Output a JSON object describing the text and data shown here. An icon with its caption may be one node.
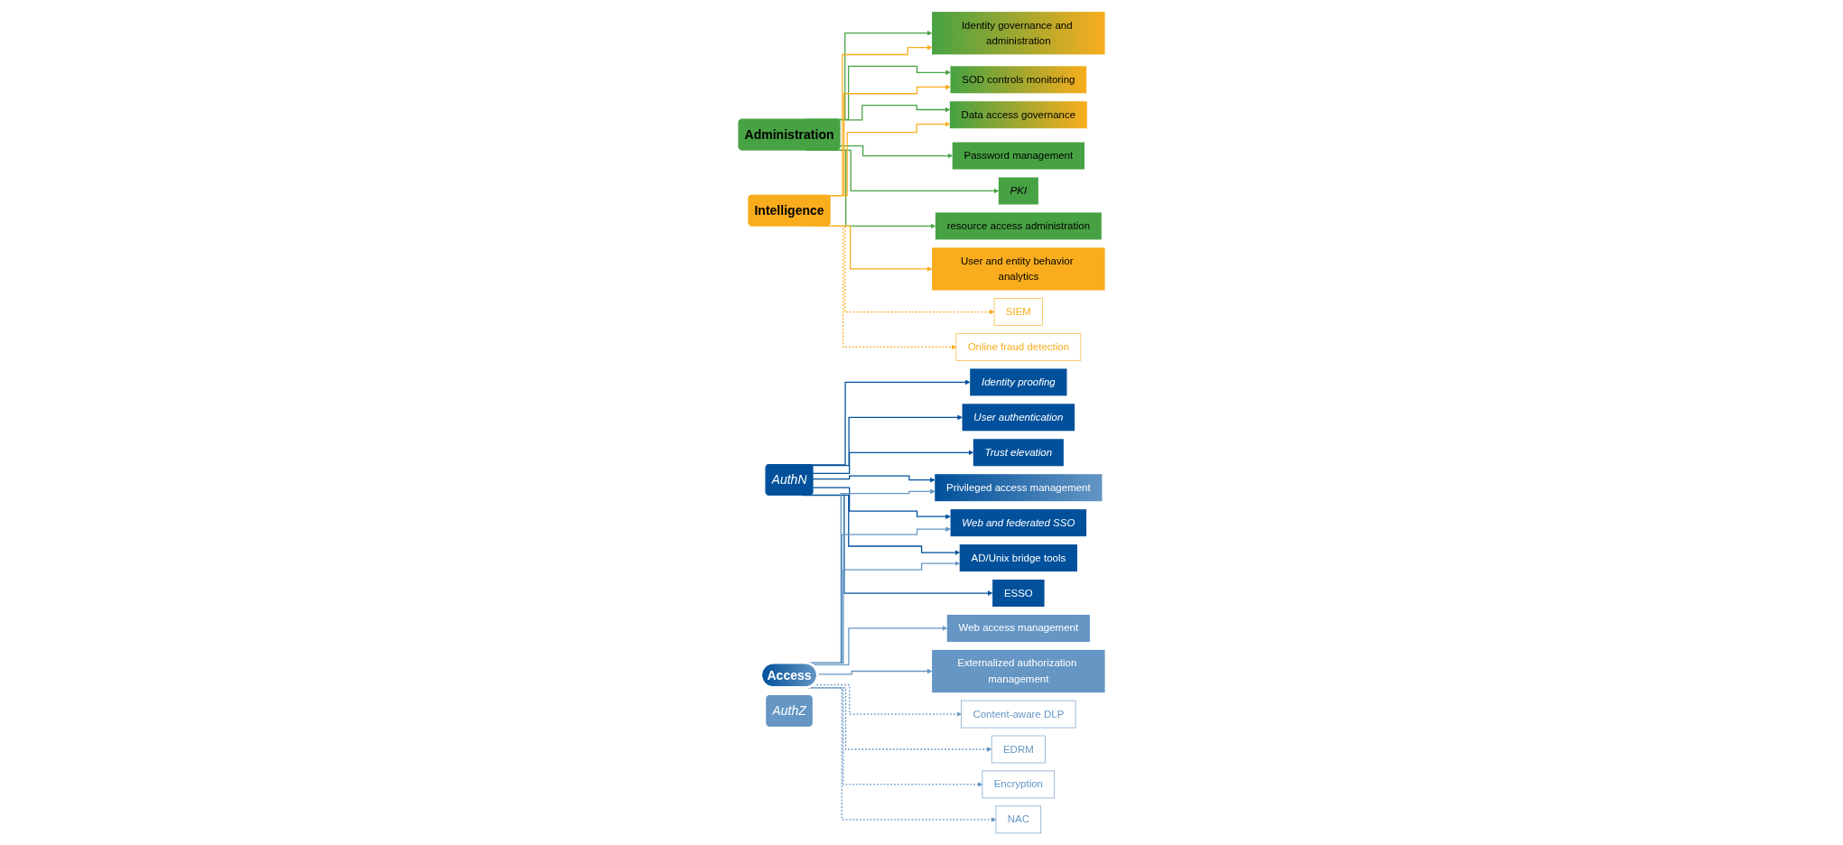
{
  "diagram": {
    "nodes": [
      {
        "text": [
          "Administration"
        ]
      },
      {
        "text": [
          "Intelligence"
        ]
      },
      {
        "text": [
          "AuthN"
        ]
      },
      {
        "text": [
          "Access"
        ]
      },
      {
        "text": [
          "AuthZ"
        ]
      },
      {
        "text": [
          "Identity governance and administration"
        ]
      },
      {
        "text": [
          "SOD controls monitoring"
        ]
      },
      {
        "text": [
          "Data access governance"
        ]
      },
      {
        "text": [
          "Password management"
        ]
      },
      {
        "text": [
          "PKI"
        ]
      },
      {
        "text": [
          "resource access administration"
        ]
      },
      {
        "text": [
          "User and entity behavior analytics"
        ]
      },
      {
        "text": [
          "SIEM"
        ]
      },
      {
        "text": [
          "Online fraud detection"
        ]
      },
      {
        "text": [
          "Identity proofing"
        ]
      },
      {
        "text": [
          "User authentication"
        ]
      },
      {
        "text": [
          "Trust elevation"
        ]
      },
      {
        "text": [
          "Privileged access management"
        ]
      },
      {
        "text": [
          "Web and federated SSO"
        ]
      },
      {
        "text": [
          "AD/Unix bridge tools"
        ]
      },
      {
        "text": [
          "ESSO"
        ]
      },
      {
        "text": [
          "Web access management"
        ]
      },
      {
        "text": [
          "Externalized authorization management"
        ]
      },
      {
        "text": [
          "Content-aware DLP"
        ]
      },
      {
        "text": [
          "EDRM"
        ]
      },
      {
        "text": [
          "Encryption"
        ]
      },
      {
        "text": [
          "NAC"
        ]
      }
    ],
    "edges": [
      {
        "from": 0,
        "to": 5,
        "arrow": "to",
        "color": "#47a243"
      },
      {
        "from": 0,
        "to": 6,
        "arrow": "to",
        "color": "#47a243"
      },
      {
        "from": 0,
        "to": 7,
        "arrow": "to",
        "color": "#47a243"
      },
      {
        "from": 0,
        "to": 8,
        "arrow": "to",
        "color": "#47a243"
      },
      {
        "from": 0,
        "to": 9,
        "arrow": "to",
        "color": "#47a243"
      },
      {
        "from": 0,
        "to": 10,
        "arrow": "to",
        "color": "#47a243"
      },
      {
        "from": 1,
        "to": 5,
        "arrow": "to",
        "color": "#f9ad1d"
      },
      {
        "from": 1,
        "to": 6,
        "arrow": "to",
        "color": "#f9ad1d"
      },
      {
        "from": 1,
        "to": 7,
        "arrow": "to",
        "color": "#f9ad1d"
      },
      {
        "from": 1,
        "to": 11,
        "arrow": "to",
        "color": "#f9ad1d"
      },
      {
        "from": 1,
        "to": 12,
        "arrow": "to",
        "style": "dashed",
        "color": "#f9ad1d"
      },
      {
        "from": 1,
        "to": 13,
        "arrow": "to",
        "style": "dashed",
        "color": "#f9ad1d"
      },
      {
        "from": 2,
        "to": 14,
        "arrow": "to",
        "color": "#00509b"
      },
      {
        "from": 2,
        "to": 15,
        "arrow": "to",
        "color": "#00509b"
      },
      {
        "from": 2,
        "to": 16,
        "arrow": "to",
        "color": "#00509b"
      },
      {
        "from": 2,
        "to": 17,
        "arrow": "to",
        "color": "#00509b"
      },
      {
        "from": 2,
        "to": 18,
        "arrow": "to",
        "color": "#00509b"
      },
      {
        "from": 2,
        "to": 19,
        "arrow": "to",
        "color": "#00509b"
      },
      {
        "from": 2,
        "to": 20,
        "arrow": "to",
        "color": "#00509b"
      },
      {
        "from": 3,
        "to": 21,
        "arrow": "to"
      },
      {
        "from": 3,
        "to": 22,
        "arrow": "to"
      },
      {
        "from": 3,
        "to": 17,
        "arrow": "to"
      },
      {
        "from": 3,
        "to": 18,
        "arrow": "to"
      },
      {
        "from": 3,
        "to": 19,
        "arrow": "to"
      },
      {
        "from": 3,
        "to": 23,
        "arrow": "to",
        "style": "dashed"
      },
      {
        "from": 3,
        "to": 24,
        "arrow": "to",
        "style": "dashed"
      },
      {
        "from": 3,
        "to": 25,
        "arrow": "to",
        "style": "dashed"
      },
      {
        "from": 3,
        "to": 26,
        "arrow": "to",
        "style": "dashed"
      }
    ]
  }
}
